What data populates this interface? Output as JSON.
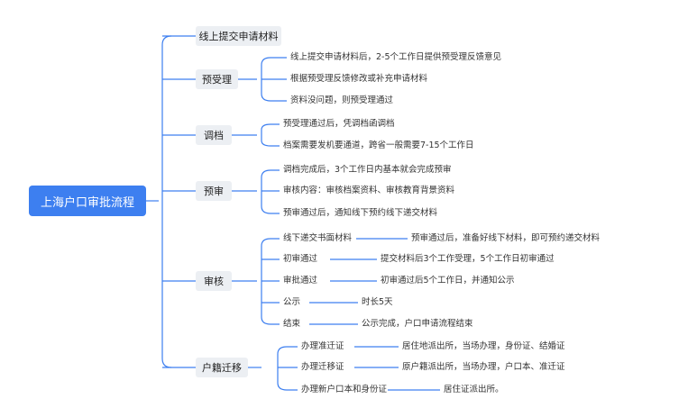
{
  "root": "上海户口审批流程",
  "c1": "线上提交申请材料",
  "c2": {
    "label": "预受理",
    "l1": "线上提交申请材料后，2-5个工作日提供预受理反馈意见",
    "l2": "根据预受理反馈修改或补充申请材料",
    "l3": "资料没问题，则预受理通过"
  },
  "c3": {
    "label": "调档",
    "l1": "预受理通过后，凭调档函调档",
    "l2": "档案需要发机要通道，跨省一般需要7-15个工作日"
  },
  "c4": {
    "label": "预审",
    "l1": "调档完成后，3个工作日内基本就会完成预审",
    "l2": "审核内容：审核档案资料、审核教育背景资料",
    "l3": "预审通过后，通知线下预约线下递交材料"
  },
  "c5": {
    "label": "审核",
    "r1": {
      "a": "线下递交书面材料",
      "b": "预审通过后，准备好线下材料，即可预约递交材料"
    },
    "r2": {
      "a": "初审通过",
      "b": "提交材料后3个工作受理，5个工作日初审通过"
    },
    "r3": {
      "a": "审批通过",
      "b": "初审通过后5个工作日，并通知公示"
    },
    "r4": {
      "a": "公示",
      "b": "时长5天"
    },
    "r5": {
      "a": "结束",
      "b": "公示完成，户口申请流程结束"
    }
  },
  "c6": {
    "label": "户籍迁移",
    "r1": {
      "a": "办理准迁证",
      "b": "居住地派出所，当场办理，身份证、结婚证"
    },
    "r2": {
      "a": "办理迁移证",
      "b": "原户籍派出所，当场办理，户口本、准迁证"
    },
    "r3": {
      "a": "办理新户口本和身份证",
      "b": "居住证派出所。"
    }
  }
}
